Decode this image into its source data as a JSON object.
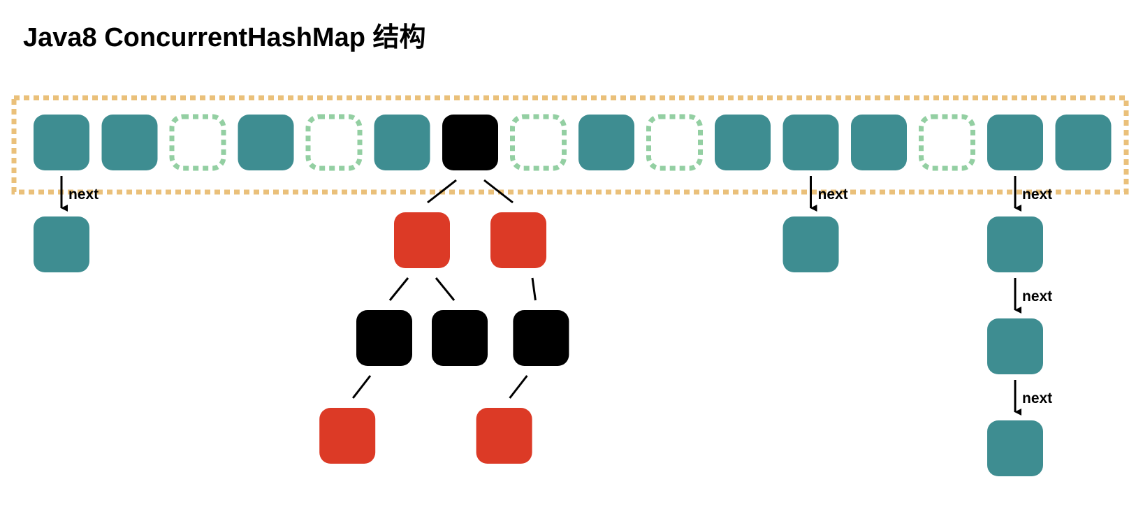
{
  "title": "Java8 ConcurrentHashMap 结构",
  "colors": {
    "teal": "#3e8d91",
    "black": "#000000",
    "red": "#dc3a26",
    "array_border": "#eac07a",
    "empty_border": "#93cfa2",
    "line": "#000000"
  },
  "table": {
    "slots": [
      "teal",
      "teal",
      "empty",
      "teal",
      "empty",
      "teal",
      "black",
      "empty",
      "teal",
      "empty",
      "teal",
      "teal",
      "teal",
      "empty",
      "teal",
      "teal"
    ]
  },
  "chains": [
    {
      "slot": 0,
      "nodes": [
        "teal"
      ],
      "link_label": "next"
    },
    {
      "slot": 11,
      "nodes": [
        "teal"
      ],
      "link_label": "next"
    },
    {
      "slot": 14,
      "nodes": [
        "teal",
        "teal",
        "teal"
      ],
      "link_label": "next"
    }
  ],
  "tree": {
    "slot": 6,
    "root": "black",
    "children": [
      {
        "color": "red",
        "children": [
          {
            "color": "black",
            "children": [
              {
                "color": "red"
              }
            ]
          },
          {
            "color": "black"
          }
        ]
      },
      {
        "color": "red",
        "children": [
          {
            "color": "black",
            "children": [
              {
                "color": "red"
              }
            ]
          }
        ]
      }
    ]
  }
}
